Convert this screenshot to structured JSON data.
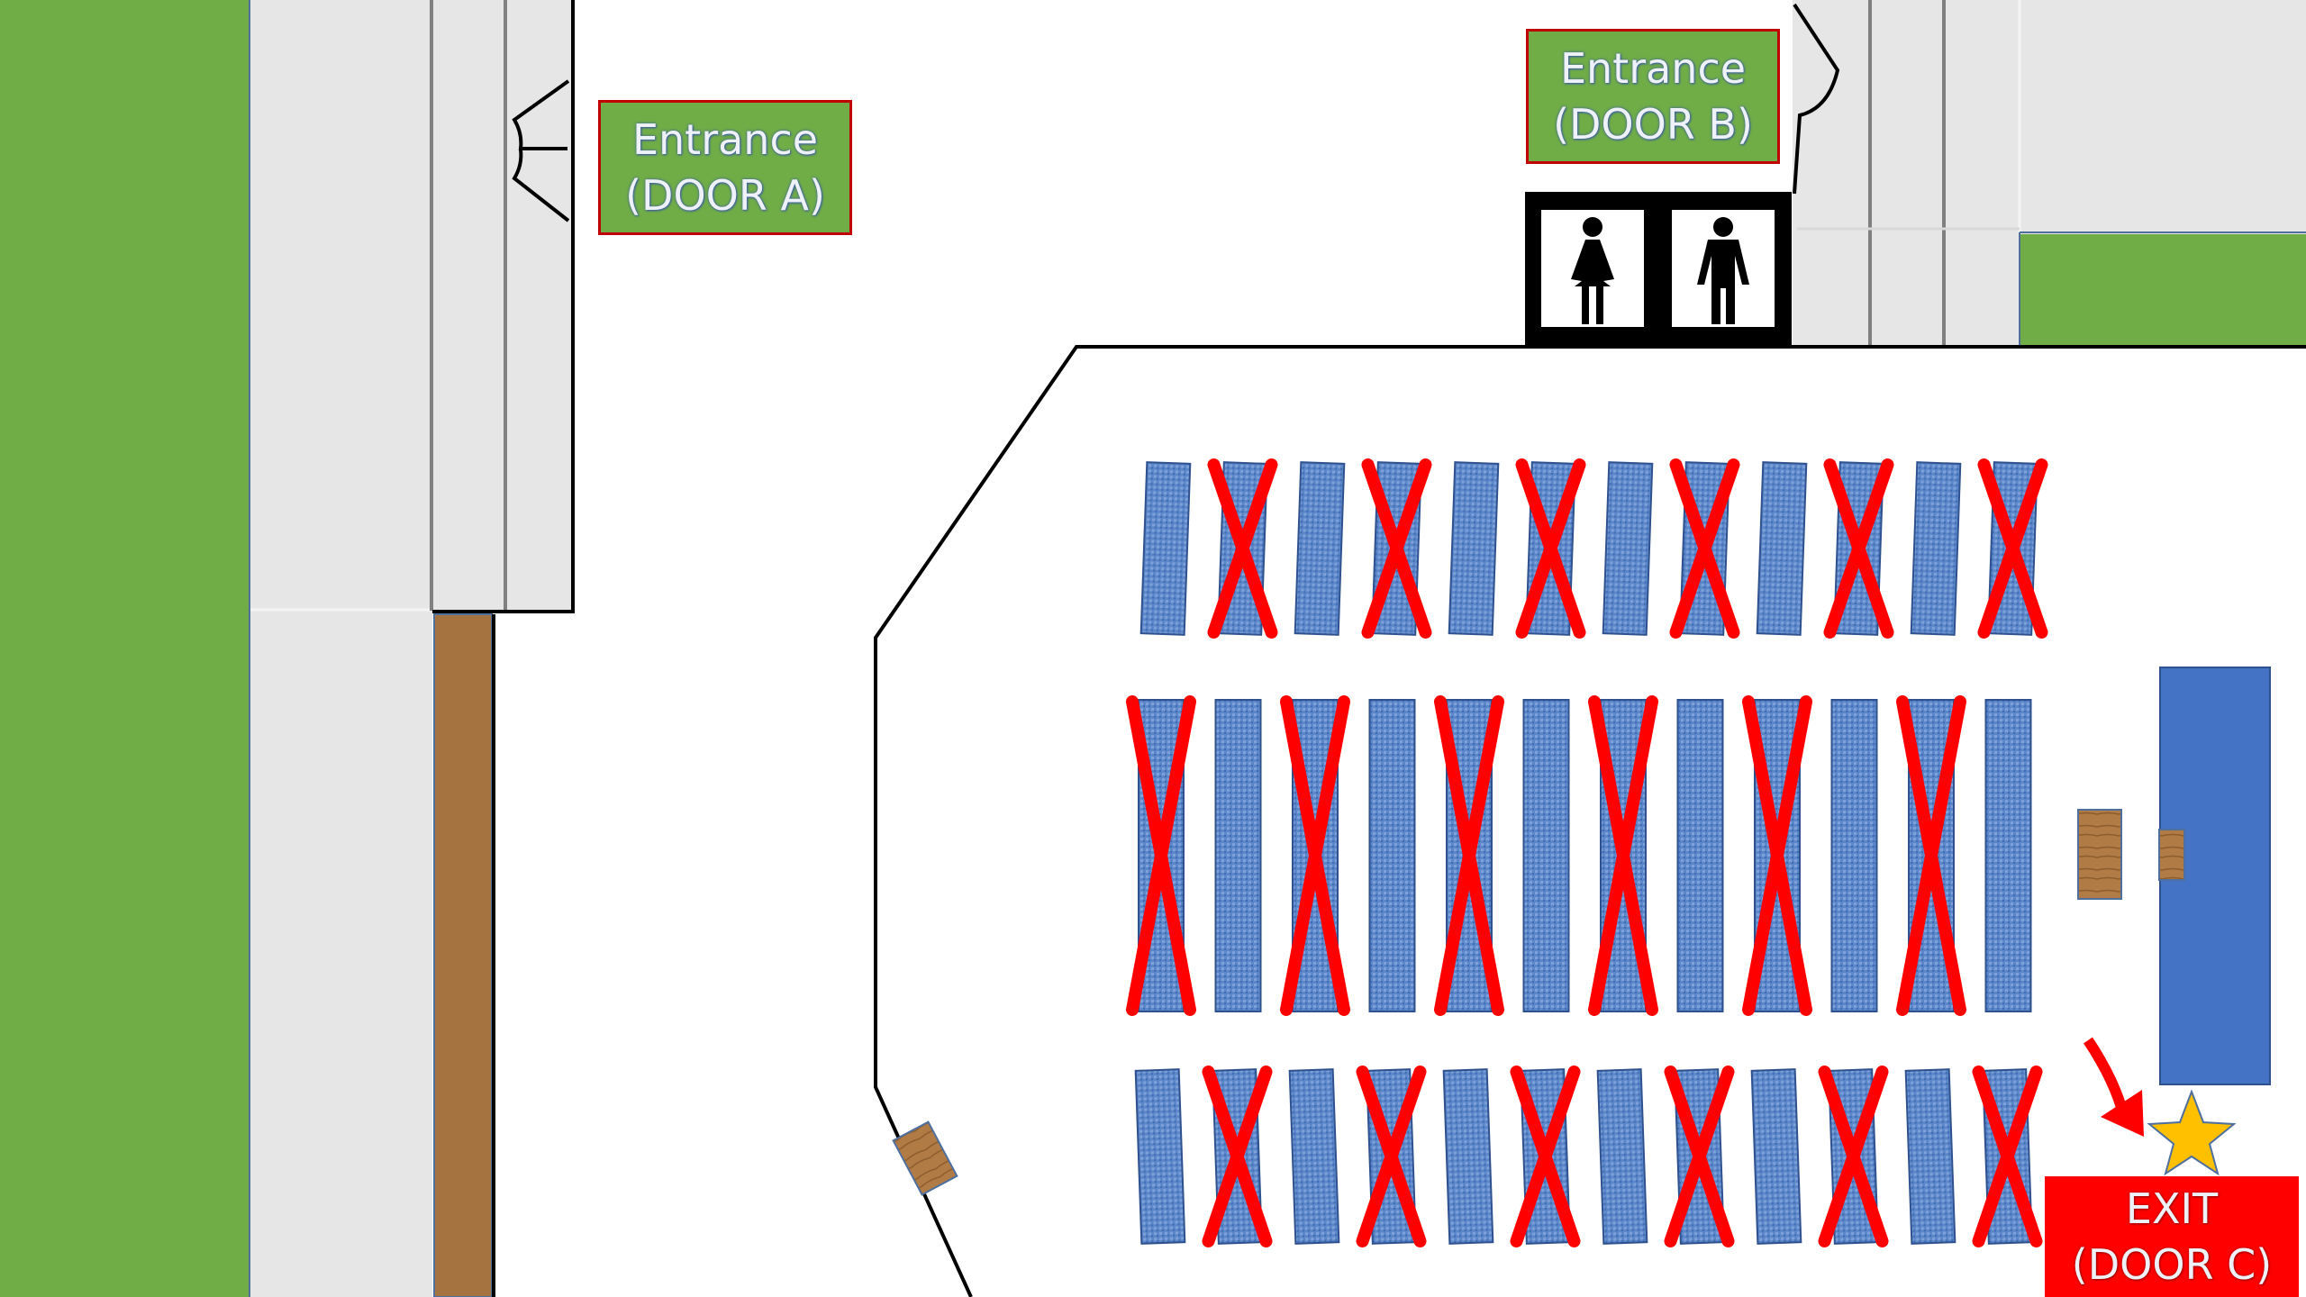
{
  "labels": {
    "door_a": {
      "line1": "Entrance",
      "line2": "(DOOR A)"
    },
    "door_b": {
      "line1": "Entrance",
      "line2": "(DOOR B)"
    },
    "door_c": {
      "line1": "EXIT",
      "line2": "(DOOR C)"
    }
  },
  "colors": {
    "grass": "#70ad47",
    "walkway": "#e6e6e6",
    "seat": "#4a7ac2",
    "blocked_mark": "#ff0000",
    "furniture": "#a5733f",
    "stage_platform": "#4472c4",
    "exit": "#ff0000",
    "star": "#ffc000"
  },
  "icons": [
    "restroom-women-icon",
    "restroom-men-icon",
    "exit-arrow-icon",
    "star-icon"
  ],
  "seating": {
    "rows": [
      {
        "name": "front-row",
        "pews": 12,
        "blocked": [
          2,
          4,
          6,
          8,
          10,
          12
        ]
      },
      {
        "name": "middle-row",
        "pews": 12,
        "blocked": [
          1,
          3,
          5,
          7,
          9,
          11
        ]
      },
      {
        "name": "back-row",
        "pews": 12,
        "blocked": [
          2,
          4,
          6,
          8,
          10,
          12
        ]
      }
    ]
  }
}
